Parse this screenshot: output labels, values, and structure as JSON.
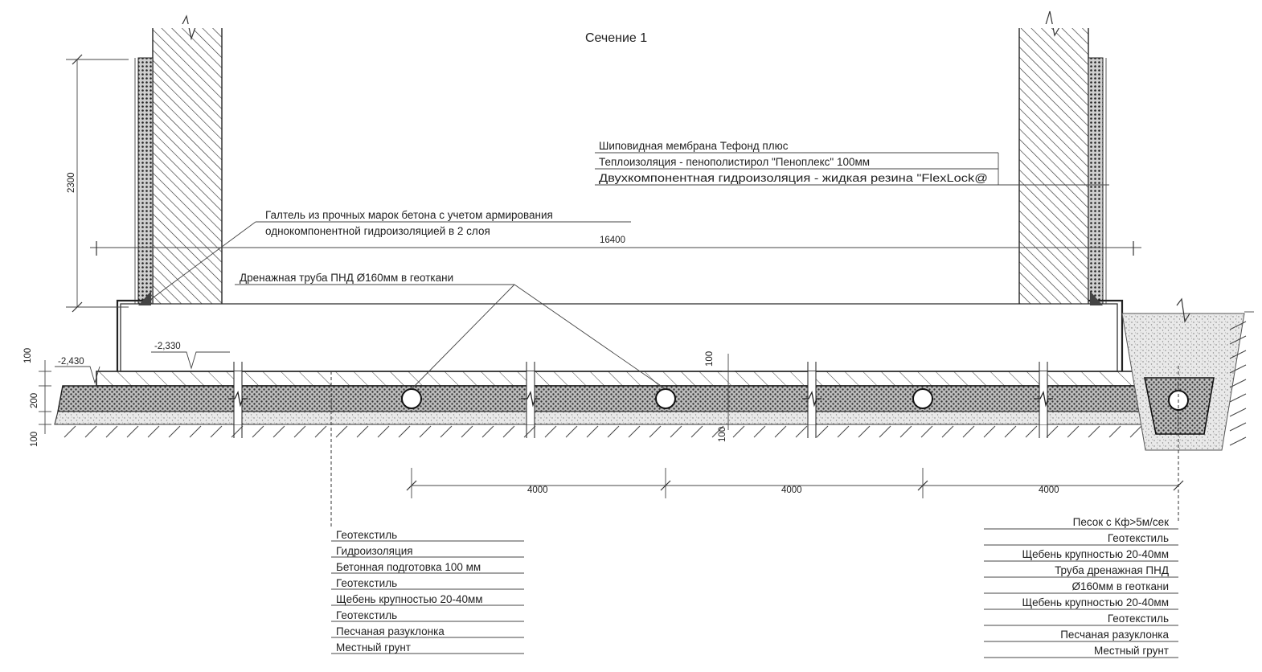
{
  "title": "Сечение 1",
  "wall_layers": [
    "Шиповидная мембрана Тефонд плюс",
    "Теплоизоляция - пенополистирол \"Пеноплекс\" 100мм",
    "Двухкомпонентная гидроизоляция - жидкая резина \"FlexLock@"
  ],
  "fillet_label": [
    "Галтель из прочных марок бетона с учетом армирования",
    "однокомпонентной гидроизоляцией в 2 слоя"
  ],
  "drain_pipe_label": "Дренажная труба ПНД Ø160мм в  геоткани",
  "dimensions": {
    "wall_height": "2300",
    "span": "16400",
    "level_1": "-2,330",
    "level_2": "-2,430",
    "left_100_top": "100",
    "left_200": "200",
    "left_100_bottom": "100",
    "mid_100_top": "100",
    "mid_100_bottom": "100",
    "pipe_spacing": [
      "4000",
      "4000",
      "4000"
    ]
  },
  "floor_layers": [
    "Геотекстиль",
    "Гидроизоляция",
    "Бетонная подготовка 100 мм",
    "Геотекстиль",
    "Щебень крупностью 20-40мм",
    "Геотекстиль",
    "Песчаная разуклонка",
    "Местный грунт"
  ],
  "trench_layers": [
    "Песок с Кф>5м/сек",
    "Геотекстиль",
    "Щебень крупностью 20-40мм",
    "Труба дренажная ПНД",
    "Ø160мм в  геоткани",
    "Щебень крупностью 20-40мм",
    "Геотекстиль",
    "Песчаная разуклонка",
    "Местный грунт"
  ]
}
